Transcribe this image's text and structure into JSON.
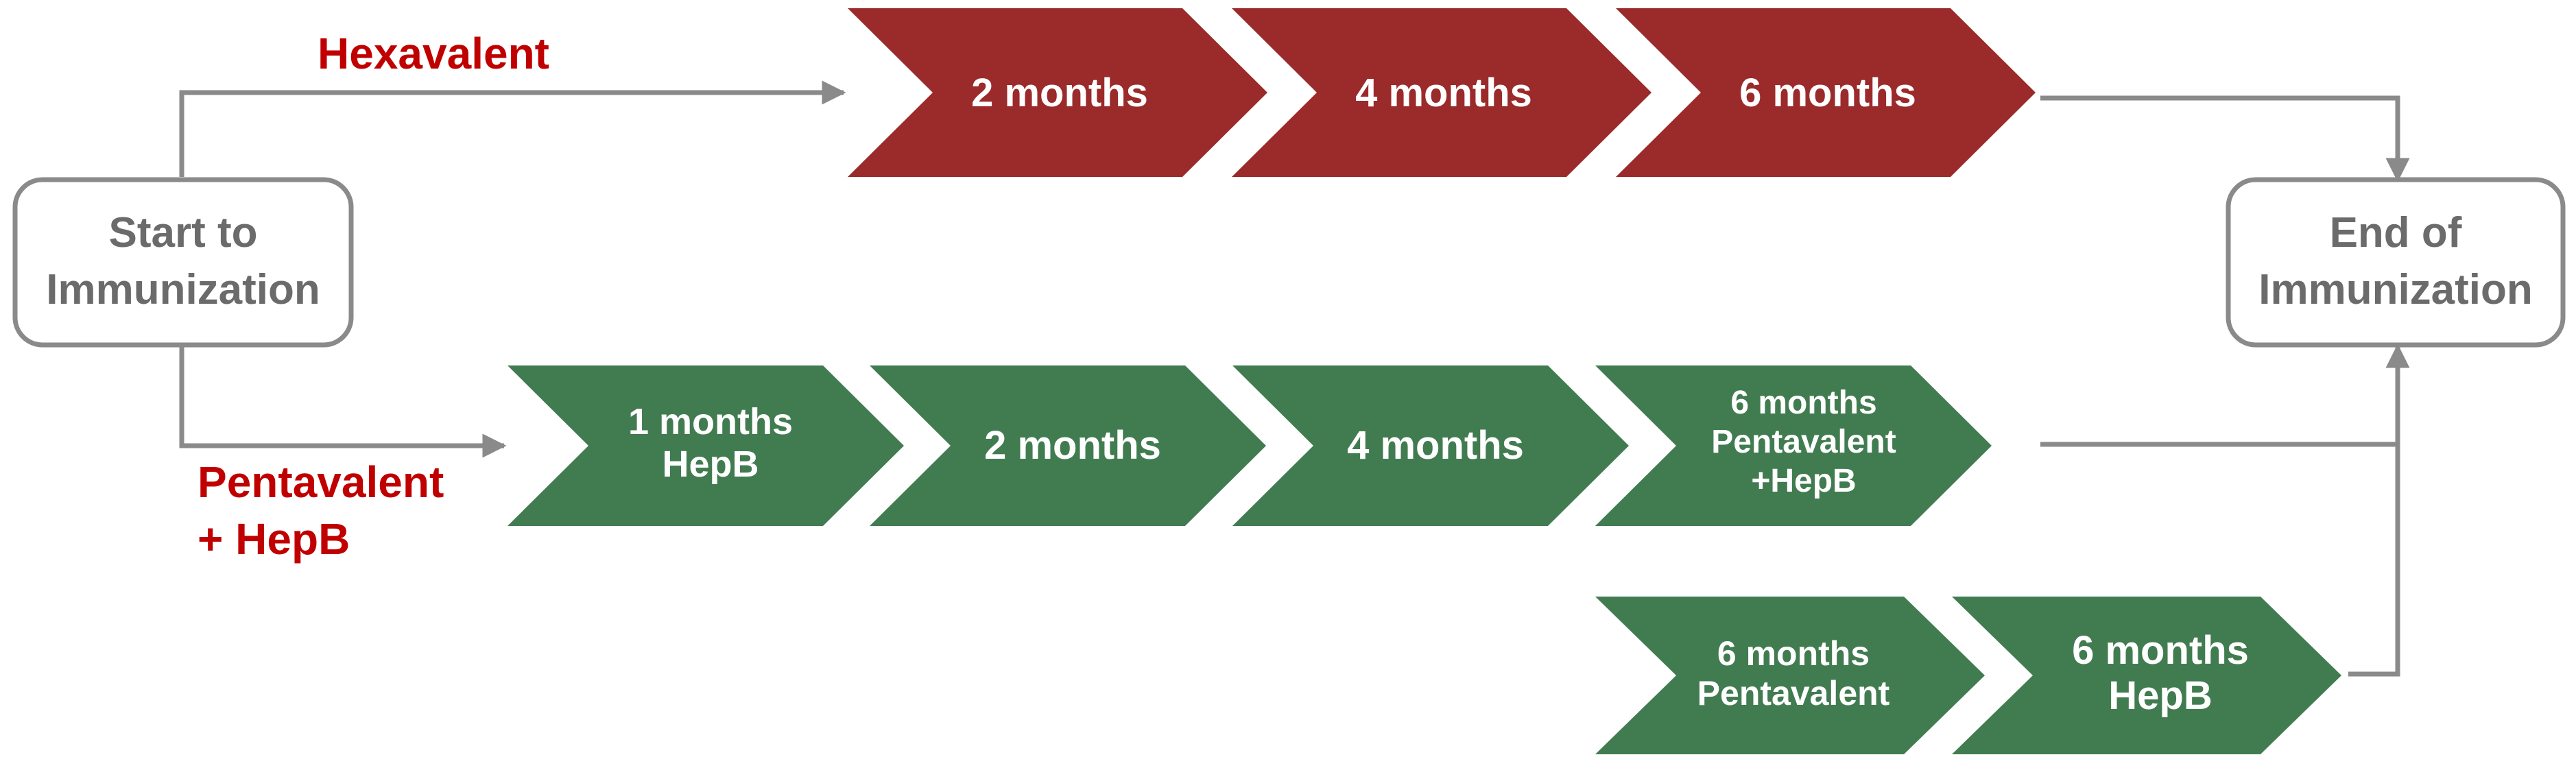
{
  "colors": {
    "hexavalent": "#9b2a2a",
    "pentavalent": "#417c51",
    "connector": "#8a8a8a",
    "route_label": "#c00000",
    "box_text": "#6b6b6b",
    "box_border": "#8a8a8a"
  },
  "start_box": {
    "lines": [
      "Start to",
      "Immunization"
    ]
  },
  "end_box": {
    "lines": [
      "End of",
      "Immunization"
    ]
  },
  "routes": {
    "hexavalent": {
      "label_lines": [
        "Hexavalent"
      ]
    },
    "pentavalent": {
      "label_lines": [
        "Pentavalent",
        "+ HepB"
      ]
    }
  },
  "hexavalent_steps": [
    {
      "lines": [
        "2 months"
      ]
    },
    {
      "lines": [
        "4 months"
      ]
    },
    {
      "lines": [
        "6 months"
      ]
    }
  ],
  "pentavalent_steps": [
    {
      "lines": [
        "1 months",
        "HepB"
      ]
    },
    {
      "lines": [
        "2 months"
      ]
    },
    {
      "lines": [
        "4 months"
      ]
    },
    {
      "lines": [
        "6 months",
        "Pentavalent",
        "+HepB"
      ]
    }
  ],
  "separate_steps": [
    {
      "lines": [
        "6 months",
        "Pentavalent"
      ]
    },
    {
      "lines": [
        "6 months",
        "HepB"
      ]
    }
  ]
}
